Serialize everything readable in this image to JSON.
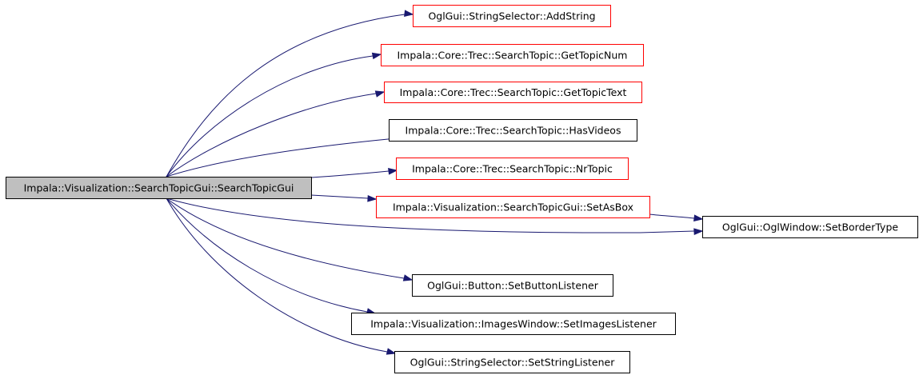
{
  "colors": {
    "edge": "#191970",
    "linked_border": "#ff0000",
    "plain_border": "#000000",
    "root_fill": "#bfbfbf"
  },
  "graph": {
    "root": "Impala::Visualization::SearchTopicGui::SearchTopicGui",
    "nodes": [
      {
        "id": "root",
        "label": "Impala::Visualization::SearchTopicGui::SearchTopicGui",
        "style": "root"
      },
      {
        "id": "n1",
        "label": "OglGui::StringSelector::AddString",
        "style": "linked"
      },
      {
        "id": "n2",
        "label": "Impala::Core::Trec::SearchTopic::GetTopicNum",
        "style": "linked"
      },
      {
        "id": "n3",
        "label": "Impala::Core::Trec::SearchTopic::GetTopicText",
        "style": "linked"
      },
      {
        "id": "n4",
        "label": "Impala::Core::Trec::SearchTopic::HasVideos",
        "style": "plain"
      },
      {
        "id": "n5",
        "label": "Impala::Core::Trec::SearchTopic::NrTopic",
        "style": "linked"
      },
      {
        "id": "n6",
        "label": "Impala::Visualization::SearchTopicGui::SetAsBox",
        "style": "linked"
      },
      {
        "id": "n7",
        "label": "OglGui::OglWindow::SetBorderType",
        "style": "plain"
      },
      {
        "id": "n8",
        "label": "OglGui::Button::SetButtonListener",
        "style": "plain"
      },
      {
        "id": "n9",
        "label": "Impala::Visualization::ImagesWindow::SetImagesListener",
        "style": "plain"
      },
      {
        "id": "n10",
        "label": "OglGui::StringSelector::SetStringListener",
        "style": "plain"
      }
    ],
    "edges": [
      {
        "from": "root",
        "to": "n1"
      },
      {
        "from": "root",
        "to": "n2"
      },
      {
        "from": "root",
        "to": "n3"
      },
      {
        "from": "root",
        "to": "n4"
      },
      {
        "from": "root",
        "to": "n5"
      },
      {
        "from": "root",
        "to": "n6"
      },
      {
        "from": "root",
        "to": "n7"
      },
      {
        "from": "n6",
        "to": "n7"
      },
      {
        "from": "root",
        "to": "n8"
      },
      {
        "from": "root",
        "to": "n9"
      },
      {
        "from": "root",
        "to": "n10"
      }
    ]
  }
}
